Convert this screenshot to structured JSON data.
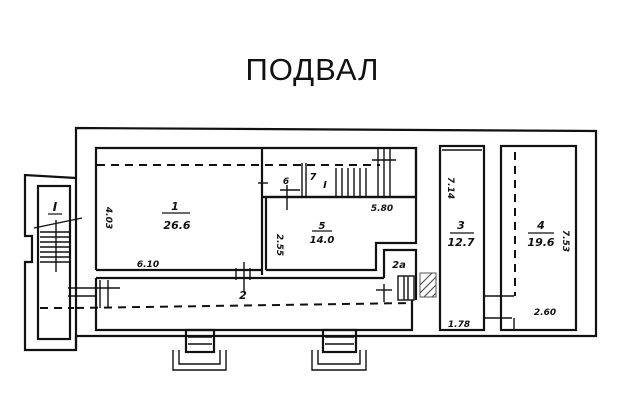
{
  "title": "ПОДВАЛ",
  "colors": {
    "line": "#111111",
    "background": "#ffffff"
  },
  "rooms": [
    {
      "id": "I",
      "number": "I",
      "area": ""
    },
    {
      "id": "1",
      "number": "1",
      "area": "26.6"
    },
    {
      "id": "2",
      "number": "2",
      "area": ""
    },
    {
      "id": "2a",
      "number": "2а",
      "area": ""
    },
    {
      "id": "3",
      "number": "3",
      "area": "12.7"
    },
    {
      "id": "4",
      "number": "4",
      "area": "19.6"
    },
    {
      "id": "5",
      "number": "5",
      "area": "14.0"
    },
    {
      "id": "6",
      "number": "6",
      "area": ""
    },
    {
      "id": "7",
      "number": "7",
      "area": ""
    },
    {
      "id": "II",
      "number": "I",
      "area": ""
    }
  ],
  "dimensions": {
    "room1_height": "4.03",
    "room1_width": "6.10",
    "room5_width": "5.80",
    "room5_height": "2.55",
    "room3_height": "7.14",
    "room3_width": "1.78",
    "room4_height": "7.53",
    "room4_width": "2.60"
  }
}
